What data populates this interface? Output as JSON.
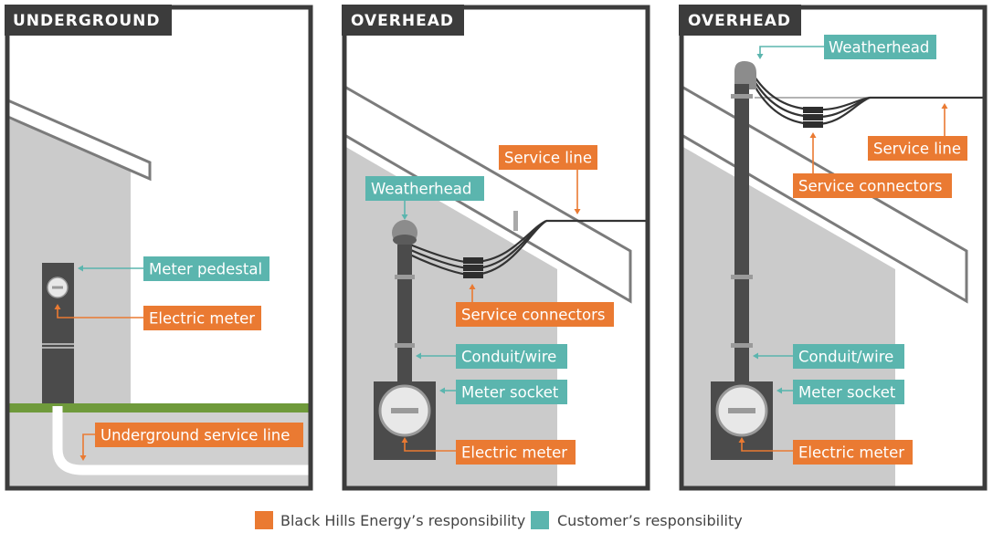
{
  "panels": [
    {
      "title": "UNDERGROUND"
    },
    {
      "title": "OVERHEAD"
    },
    {
      "title": "OVERHEAD"
    }
  ],
  "labels": {
    "p1_meter_pedestal": "Meter pedestal",
    "p1_electric_meter": "Electric meter",
    "p1_underground_service_line": "Underground service line",
    "p2_service_line": "Service line",
    "p2_weatherhead": "Weatherhead",
    "p2_service_connectors": "Service connectors",
    "p2_conduit_wire": "Conduit/wire",
    "p2_meter_socket": "Meter socket",
    "p2_electric_meter": "Electric meter",
    "p3_weatherhead": "Weatherhead",
    "p3_service_line": "Service line",
    "p3_service_connectors": "Service connectors",
    "p3_conduit_wire": "Conduit/wire",
    "p3_meter_socket": "Meter socket",
    "p3_electric_meter": "Electric meter"
  },
  "legend": {
    "company": "Black Hills Energy’s responsibility",
    "customer": "Customer’s responsibility"
  },
  "colors": {
    "company": "#ea7a32",
    "customer": "#5bb5ae",
    "frame": "#3c3c3c",
    "wall": "#cbcbcb",
    "ground": "#6f9a3b"
  }
}
